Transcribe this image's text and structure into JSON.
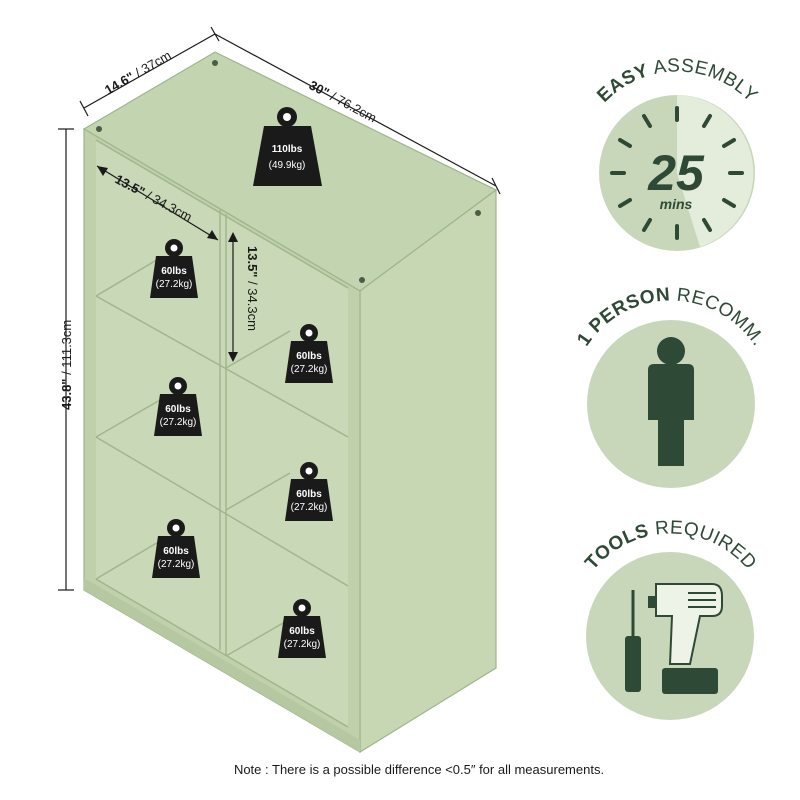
{
  "dimensions": {
    "depth": {
      "imperial": "14.6\"",
      "metric": " / 37cm"
    },
    "width": {
      "imperial": "30\"",
      "metric": " / 76.2cm"
    },
    "height": {
      "imperial": "43.8\"",
      "metric": " / 111.3cm"
    },
    "cube_width": {
      "imperial": "13.5\"",
      "metric": " / 34.3cm"
    },
    "cube_height": {
      "imperial": "13.5\"",
      "metric": " / 34.3cm"
    }
  },
  "weights": {
    "top": {
      "lbs": "110lbs",
      "kg": "(49.9kg)"
    },
    "cube": {
      "lbs": "60lbs",
      "kg": "(27.2kg)"
    }
  },
  "badges": {
    "assembly": {
      "bold": "EASY",
      "rest": " ASSEMBLY",
      "number": "25",
      "unit": "mins"
    },
    "person": {
      "bold": "1 PERSON",
      "rest": " RECOMM."
    },
    "tools": {
      "bold": "TOOLS",
      "rest": " REQUIRED"
    }
  },
  "note": "Note : There is a possible difference <0.5″ for all measurements.",
  "colors": {
    "shelf": "#c3d4b0",
    "shelf_edge": "#9fb58c",
    "badge_bg": "#c8d7ba",
    "dark_green": "#2e4a36",
    "weight_icon": "#1a1a1a"
  }
}
